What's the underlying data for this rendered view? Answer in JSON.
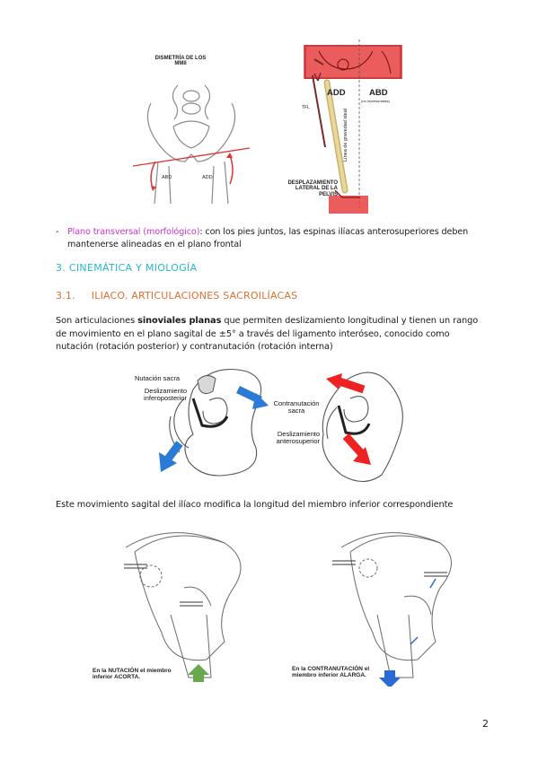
{
  "figure1": {
    "left_title": "DISMETRÍA DE LOS MMII",
    "left_abd_left": "ABD",
    "left_add_right": "ADD",
    "right_add": "ADD",
    "right_abd": "ABD",
    "right_abd_note": "(no representada)",
    "right_tfl": "TFL",
    "right_vertical": "Línea de gravedad ideal",
    "right_caption": "DESPLAZAMIENTO LATERAL DE LA PELVIS"
  },
  "bullet": {
    "dash": "-",
    "highlight": "Plano transversal (morfológico)",
    "text": ": con los pies juntos, las espinas ilíacas anterosuperiores deben mantenerse alineadas en el plano frontal"
  },
  "section": {
    "heading": "3.  CINEMÁTICA Y MIOLOGÍA"
  },
  "subsection": {
    "number": "3.1.",
    "title": "ILIACO. ARTICULACIONES SACROILÍACAS"
  },
  "paragraph": {
    "part1": "Son articulaciones ",
    "bold": "sinoviales planas",
    "part2": " que permiten deslizamiento longitudinal y tienen un rango de movimiento en el plano sagital de ±5° a través del ligamento interóseo, conocido como nutación (rotación posterior) y contranutación (rotación interna)"
  },
  "figure2": {
    "label_nutacion": "Nutación sacra",
    "label_desl_ip": "Deslizamiento inferoposterior",
    "label_contra": "Contranutación sacra",
    "label_desl_as": "Deslizamiento anterosuperior"
  },
  "paragraph2": "Este movimiento sagital del ilíaco modifica la longitud del miembro inferior correspondiente",
  "figure3": {
    "caption_left_1": "En la ",
    "caption_left_bold": "NUTACIÓN",
    "caption_left_2": " el miembro inferior ACORTA.",
    "caption_right_1": "En la ",
    "caption_right_bold": "CONTRANUTACIÓN",
    "caption_right_2": " el miembro inferior ALARGA."
  },
  "page_number": "2"
}
